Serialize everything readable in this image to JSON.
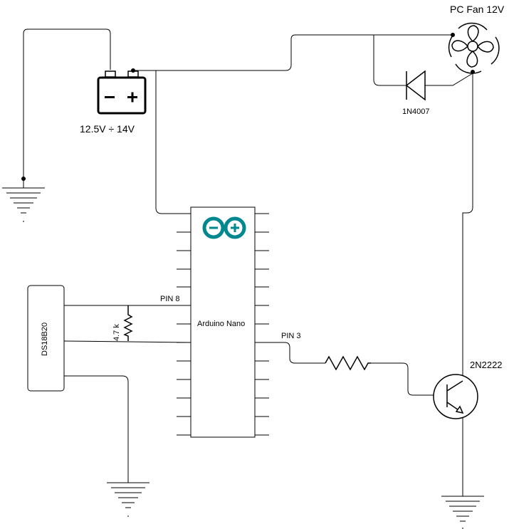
{
  "components": {
    "fan": {
      "label": "PC Fan 12V"
    },
    "diode": {
      "label": "1N4007"
    },
    "battery": {
      "label": "12.5V ÷ 14V"
    },
    "transistor": {
      "label": "2N2222"
    },
    "arduino": {
      "label": "Arduino Nano"
    },
    "sensor": {
      "label": "DS18B20"
    },
    "pullup_resistor": {
      "label": "4.7 k"
    }
  },
  "pins": {
    "pin8": "PIN 8",
    "pin3": "PIN 3"
  },
  "colors": {
    "wire": "#000000",
    "arduino_logo": "#00878f"
  }
}
